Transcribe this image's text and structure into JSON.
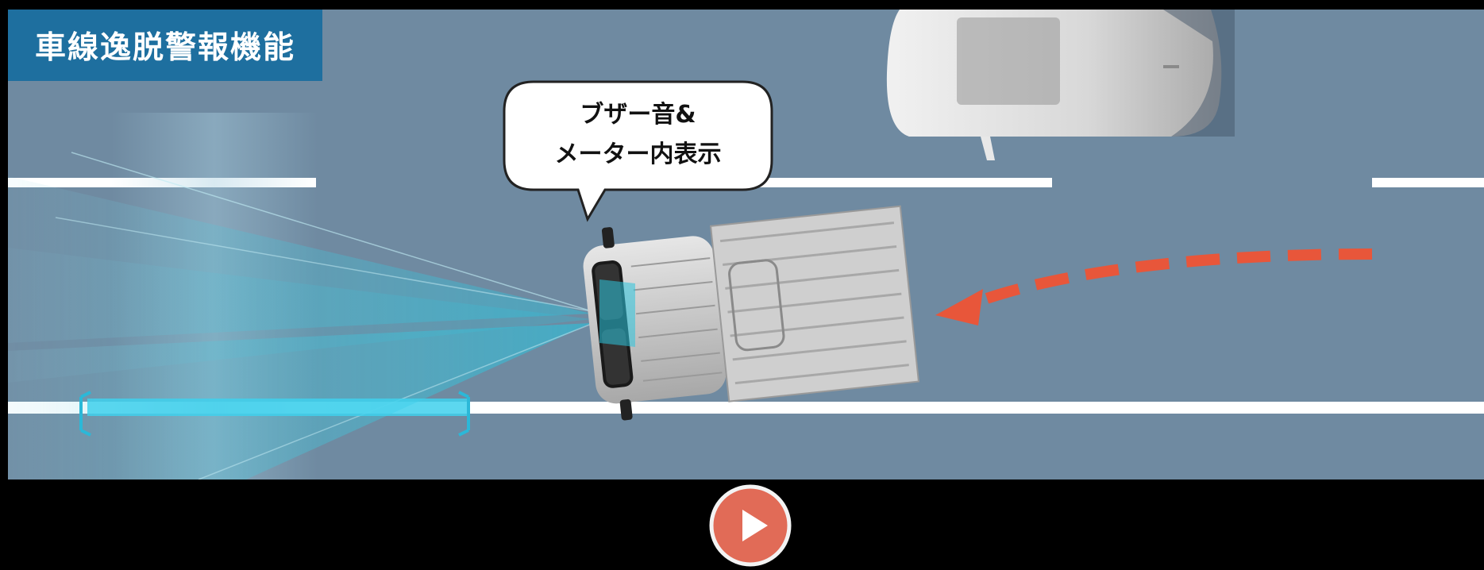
{
  "title": "車線逸脱警報機能",
  "bubble": {
    "line1": "ブザー音&",
    "line2": "メーター内表示"
  },
  "colors": {
    "road": "#6f8aa1",
    "badge": "#1e6f9f",
    "lane_marking": "#ffffff",
    "sensor_beam": "#2bc4dc",
    "trajectory_arrow": "#e8563a",
    "background": "#000000"
  },
  "icons": {
    "play": "play-button-icon",
    "trajectory": "curved-arrow-icon"
  }
}
